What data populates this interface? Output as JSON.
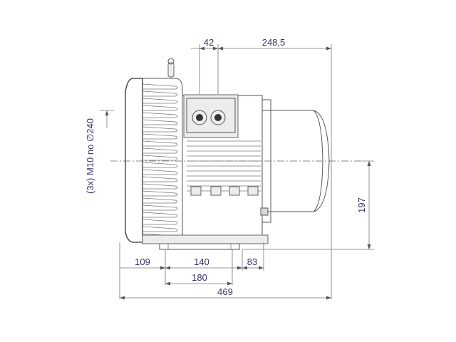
{
  "dimensions": {
    "top_left": "42",
    "top_right": "248,5",
    "side_label": "(3x) M10 no ∅240",
    "right_height": "197",
    "bottom_a": "109",
    "bottom_b": "140",
    "bottom_c": "83",
    "bottom_d": "180",
    "overall": "469"
  },
  "colors": {
    "dimension_text": "#33346a",
    "lines": "#555555"
  }
}
